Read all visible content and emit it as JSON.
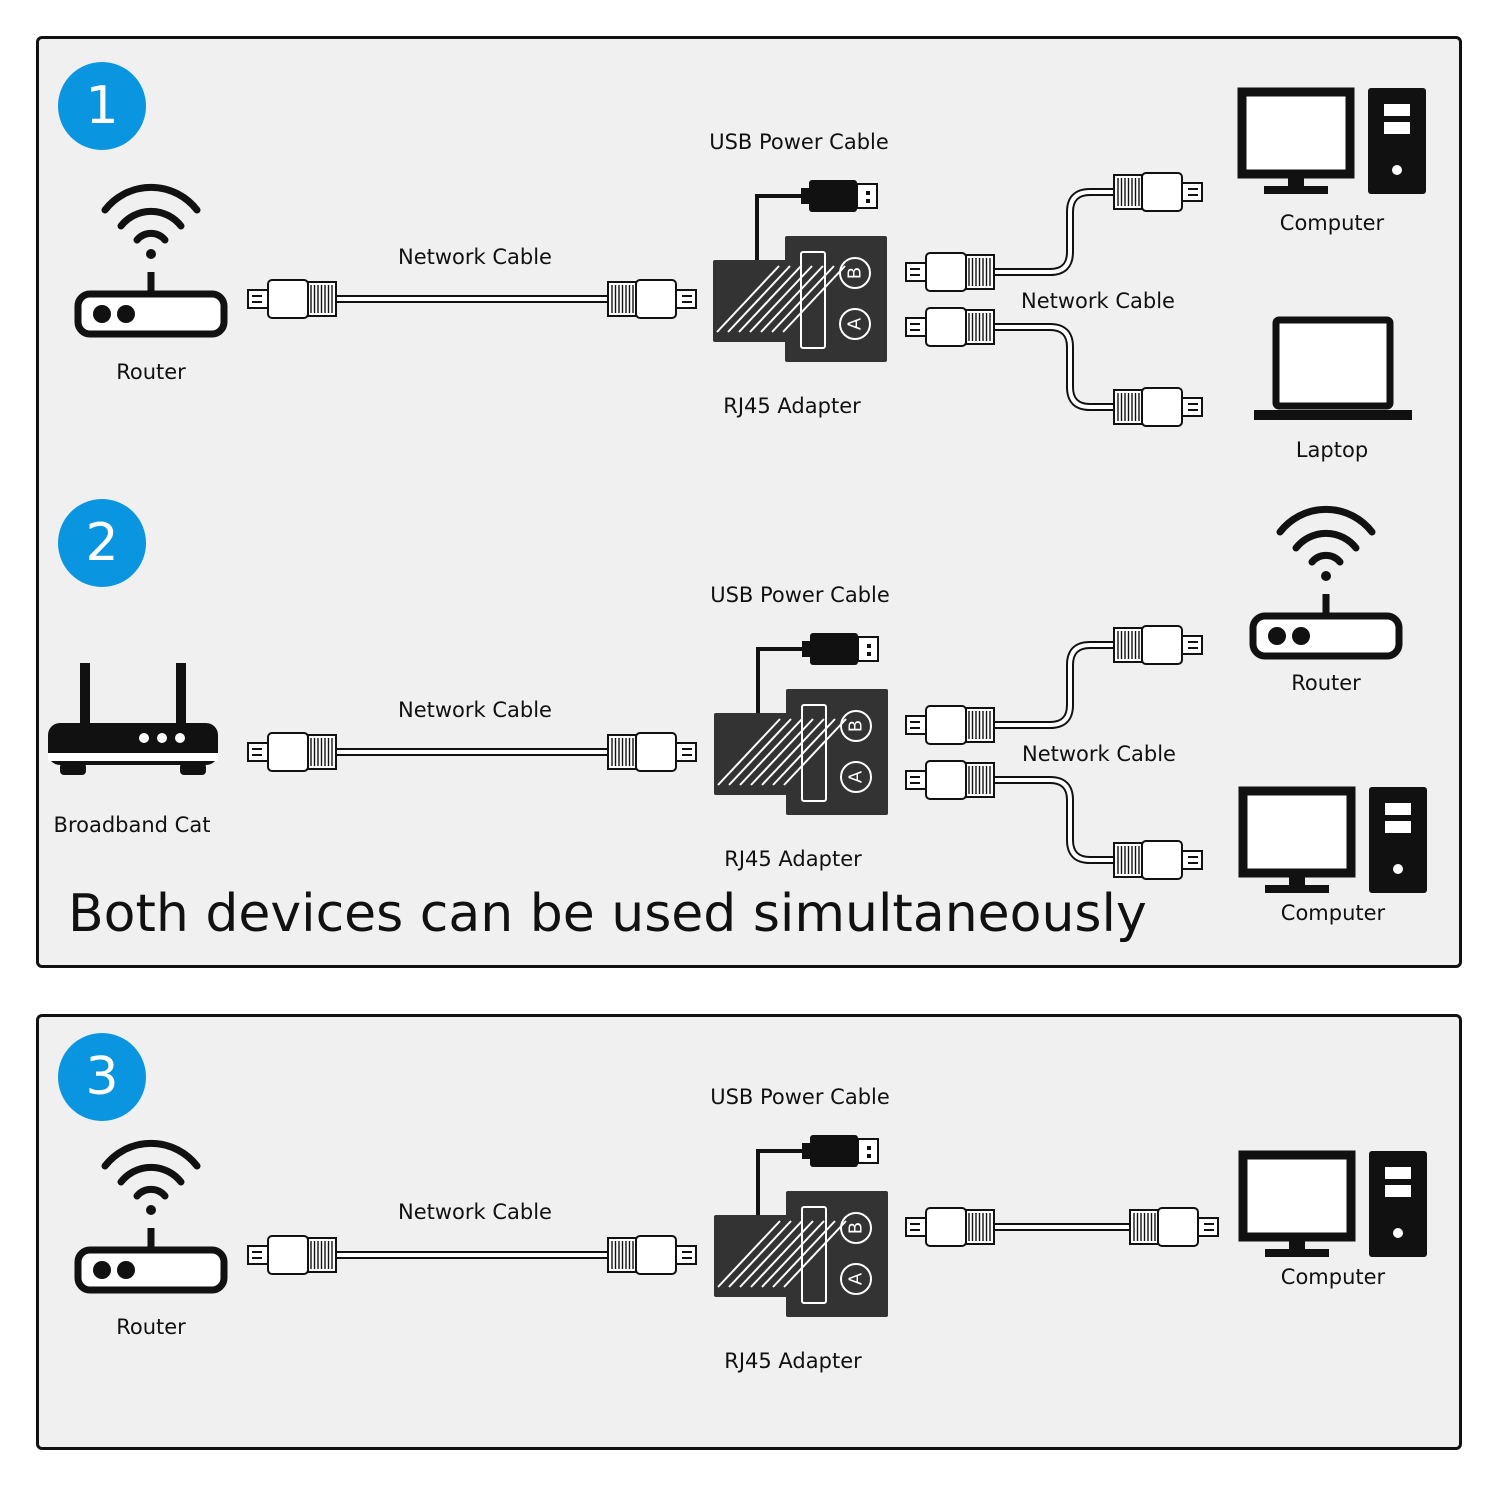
{
  "colors": {
    "accent": "#0a95e0",
    "panel_bg": "#f0f0f0",
    "ink": "#111111"
  },
  "sections": [
    {
      "number": "1",
      "labels": {
        "usb_cable": "USB Power Cable",
        "network_cable_left": "Network Cable",
        "network_cable_right": "Network Cable",
        "adapter": "RJ45 Adapter",
        "source_device": "Router",
        "target_top": "Computer",
        "target_bottom": "Laptop"
      },
      "icons": {
        "source": "wifi-router-icon",
        "target_top": "desktop-computer-icon",
        "target_bottom": "laptop-icon"
      }
    },
    {
      "number": "2",
      "labels": {
        "usb_cable": "USB Power Cable",
        "network_cable_left": "Network Cable",
        "network_cable_right": "Network Cable",
        "adapter": "RJ45 Adapter",
        "source_device": "Broadband Cat",
        "target_top": "Router",
        "target_bottom": "Computer"
      },
      "icons": {
        "source": "broadband-modem-icon",
        "target_top": "wifi-router-icon",
        "target_bottom": "desktop-computer-icon"
      }
    },
    {
      "number": "3",
      "labels": {
        "usb_cable": "USB Power Cable",
        "network_cable_left": "Network Cable",
        "adapter": "RJ45 Adapter",
        "source_device": "Router",
        "target": "Computer"
      },
      "icons": {
        "source": "wifi-router-icon",
        "target": "desktop-computer-icon"
      }
    }
  ],
  "caption": "Both devices can be used simultaneously",
  "adapter_ports": [
    "B",
    "A"
  ]
}
